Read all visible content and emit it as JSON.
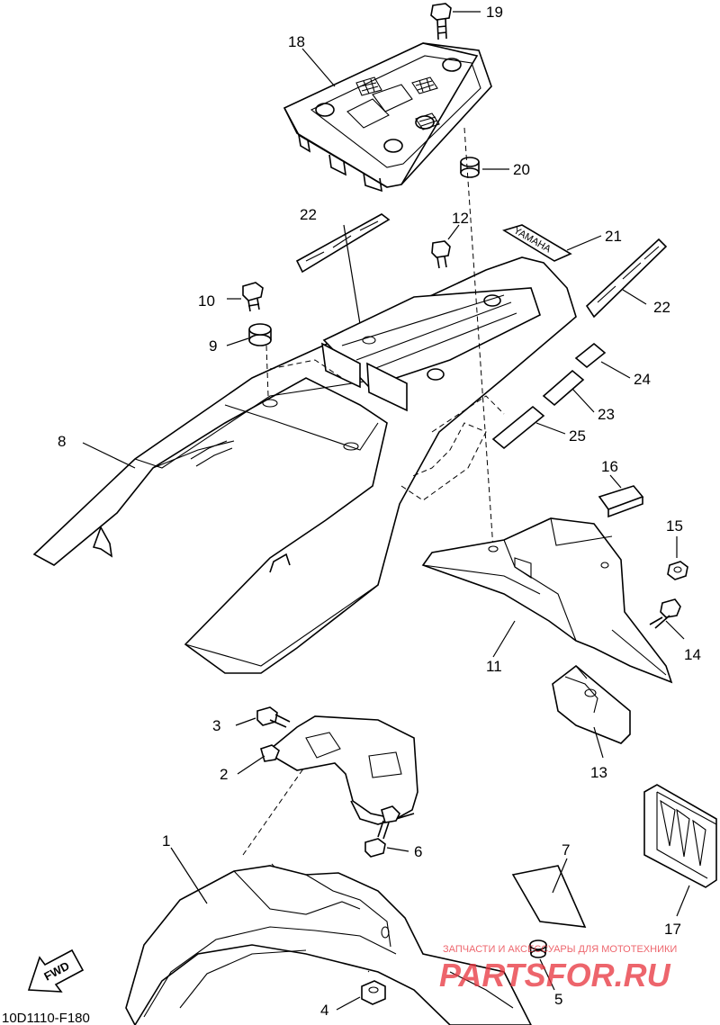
{
  "diagram": {
    "callouts": [
      "1",
      "2",
      "3",
      "4",
      "5",
      "6",
      "7",
      "8",
      "9",
      "10",
      "11",
      "12",
      "13",
      "14",
      "15",
      "16",
      "17",
      "18",
      "19",
      "20",
      "21",
      "22",
      "22",
      "23",
      "24",
      "25"
    ],
    "fwd_label": "FWD",
    "decal_text": "YAMAHA",
    "figure_code": "10D1110-F180"
  },
  "watermark": {
    "caption": "ЗАПЧАСТИ И АКСЕССУАРЫ ДЛЯ МОТОТЕХНИКИ",
    "brand": "PARTSFOR.RU",
    "color": "#e8323c"
  }
}
